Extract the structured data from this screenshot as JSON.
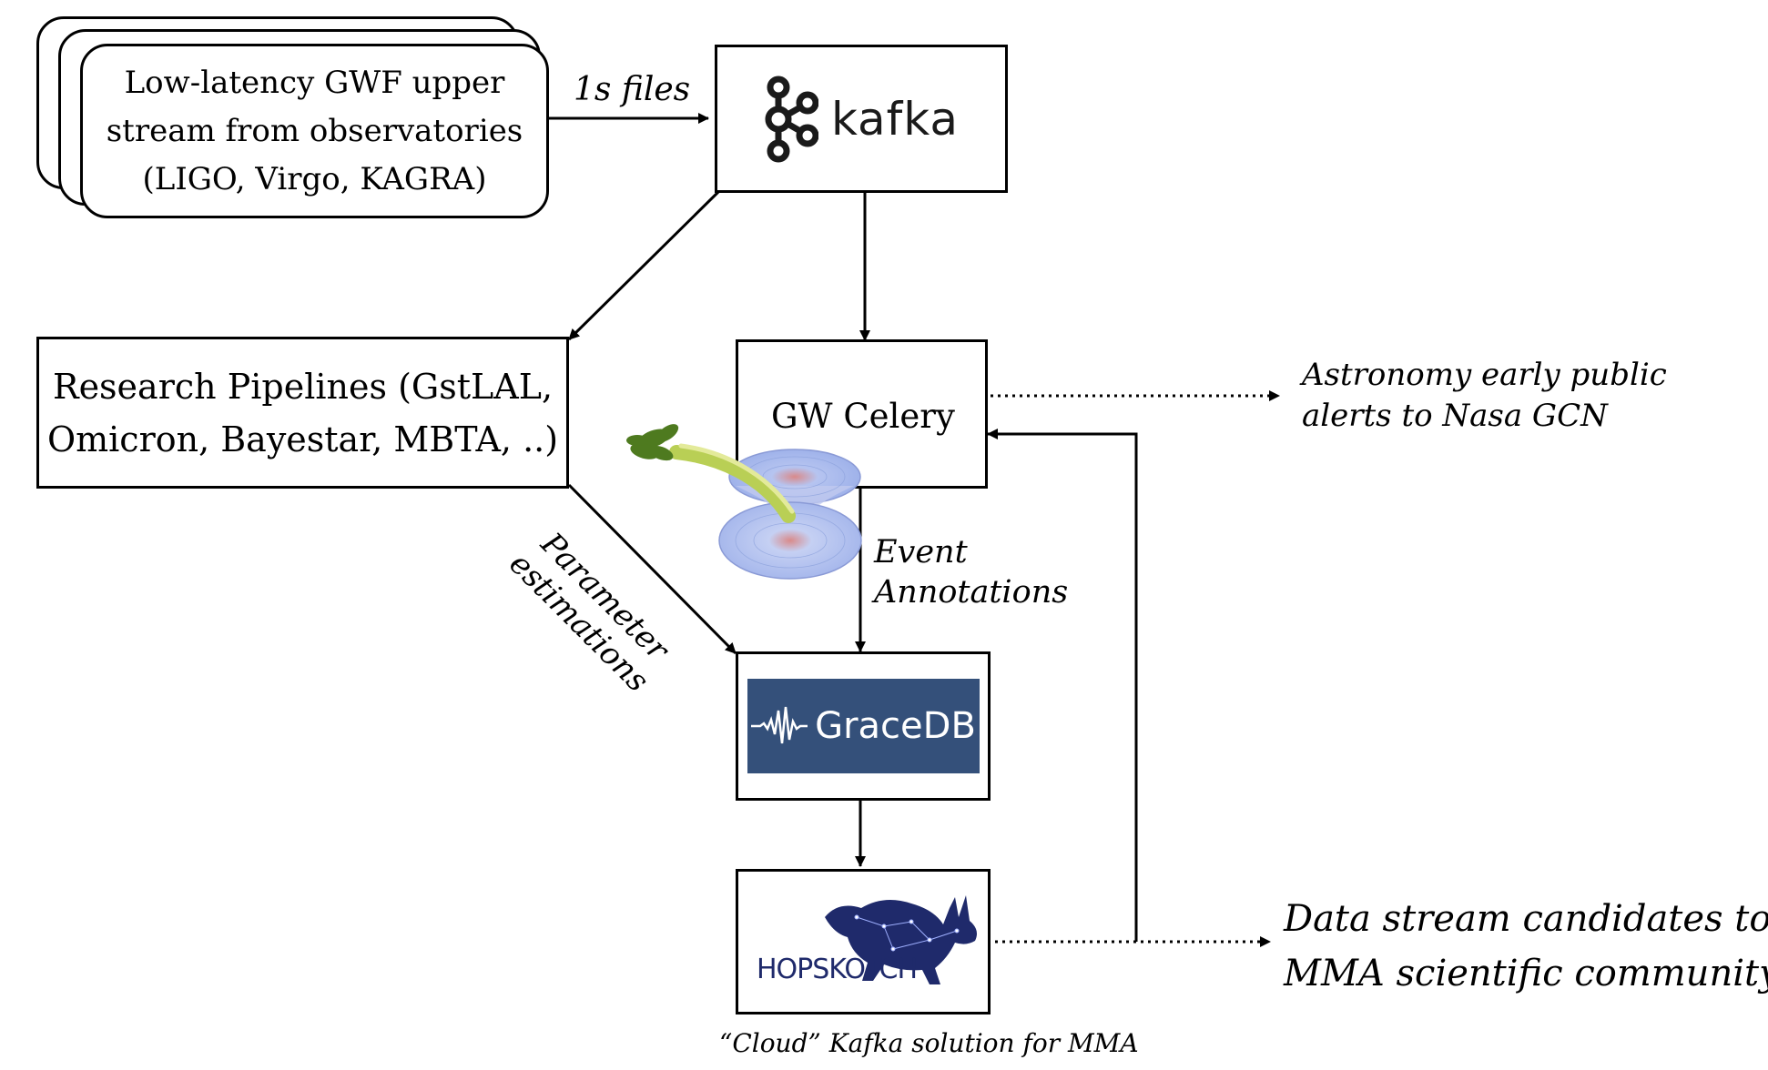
{
  "source": {
    "lines": [
      "Low-latency GWF upper",
      "stream from observatories",
      "(LIGO, Virgo, KAGRA)"
    ]
  },
  "edge_source_kafka": "1s files",
  "kafka": {
    "logo_text": "kafka",
    "icon": "kafka-logo-icon"
  },
  "pipelines": {
    "lines": [
      "Research Pipelines (GstLAL,",
      "Omicron, Bayestar, MBTA, ..)"
    ]
  },
  "celery": {
    "label": "GW Celery",
    "icon": "celery-wormhole-icon"
  },
  "edge_pipelines_gracedb": {
    "lines": [
      "Parameter",
      "estimations"
    ]
  },
  "edge_celery_gracedb": {
    "lines": [
      "Event",
      "Annotations"
    ]
  },
  "gracedb": {
    "logo_text": "GraceDB",
    "icon": "waveform-icon",
    "bg_color": "#34507a"
  },
  "hopskotch": {
    "logo_text": "HOPSKOTCH",
    "icon": "rabbit-constellation-icon",
    "color": "#1f2a6b"
  },
  "hopskotch_caption": "“Cloud” Kafka solution for MMA",
  "alerts_gcn": {
    "lines": [
      "Astronomy early public",
      "alerts to Nasa GCN"
    ]
  },
  "mma_stream": {
    "lines": [
      "Data stream candidates to",
      "MMA scientific community"
    ]
  }
}
